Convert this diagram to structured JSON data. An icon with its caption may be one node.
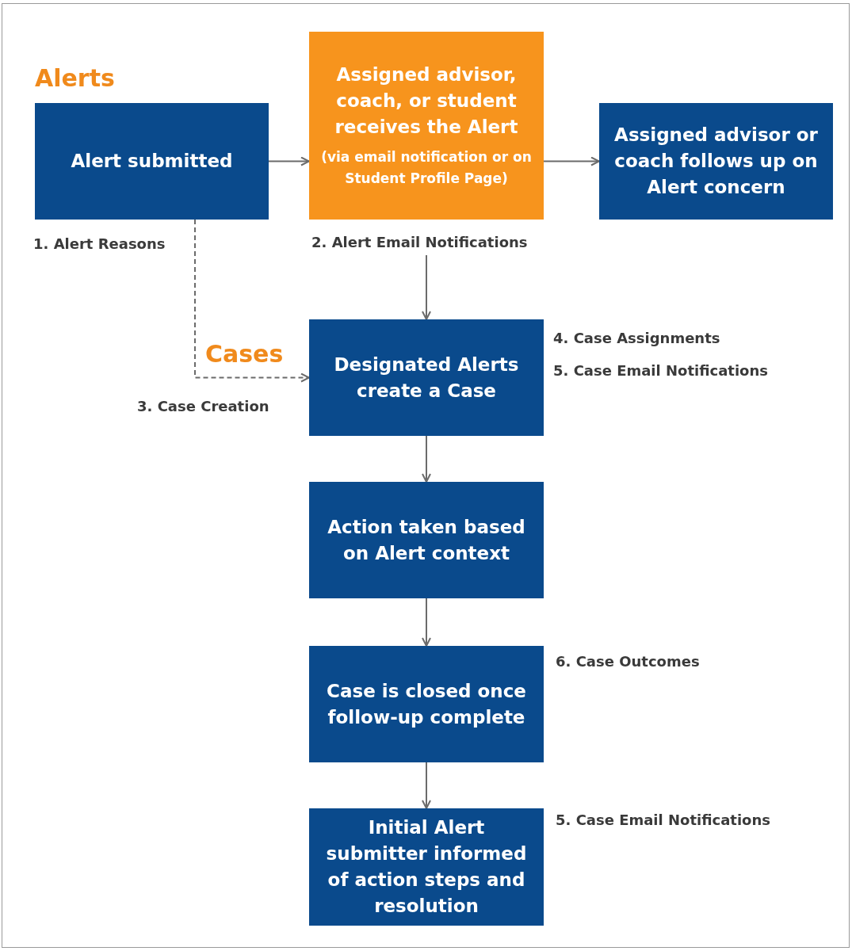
{
  "diagram": {
    "nodes": [
      {
        "text": [
          "Alert submitted"
        ]
      },
      {
        "text": [
          "Assigned advisor, coach, or student receives the Alert",
          "(via email notification or on Student Profile Page)"
        ]
      },
      {
        "text": [
          "Assigned advisor or coach follows up on Alert concern"
        ]
      },
      {
        "text": [
          "Designated Alerts create a Case"
        ]
      },
      {
        "text": [
          "Action taken based on Alert context"
        ]
      },
      {
        "text": [
          "Case is closed once follow-up complete"
        ]
      },
      {
        "text": [
          "Initial Alert submitter informed of action steps and resolution"
        ]
      }
    ],
    "edges": [
      {
        "from": 0,
        "to": 1,
        "arrow": "to"
      },
      {
        "from": 1,
        "to": 2,
        "arrow": "to"
      },
      {
        "from": 1,
        "to": 3,
        "arrow": "to"
      },
      {
        "from": 0,
        "to": 3,
        "arrow": "to",
        "style": "dashed"
      },
      {
        "from": 3,
        "to": 4,
        "arrow": "to"
      },
      {
        "from": 4,
        "to": 5,
        "arrow": "to"
      },
      {
        "from": 5,
        "to": 6,
        "arrow": "to"
      }
    ],
    "labels": [
      "Alerts",
      "1. Alert Reasons",
      "2. Alert Email Notifications",
      "Cases",
      "3. Case Creation",
      "4. Case Assignments",
      "5. Case Email Notifications",
      "6. Case Outcomes",
      "5. Case Email Notifications"
    ]
  }
}
